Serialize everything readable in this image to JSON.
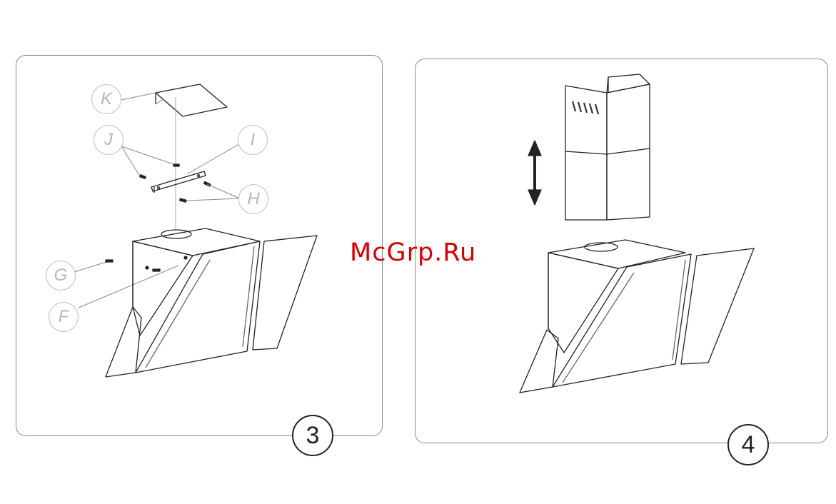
{
  "steps": [
    {
      "number": "3"
    },
    {
      "number": "4"
    }
  ],
  "callouts": {
    "k": "K",
    "j": "J",
    "i": "I",
    "h": "H",
    "g": "G",
    "f": "F"
  },
  "watermark": "McGrp.Ru"
}
